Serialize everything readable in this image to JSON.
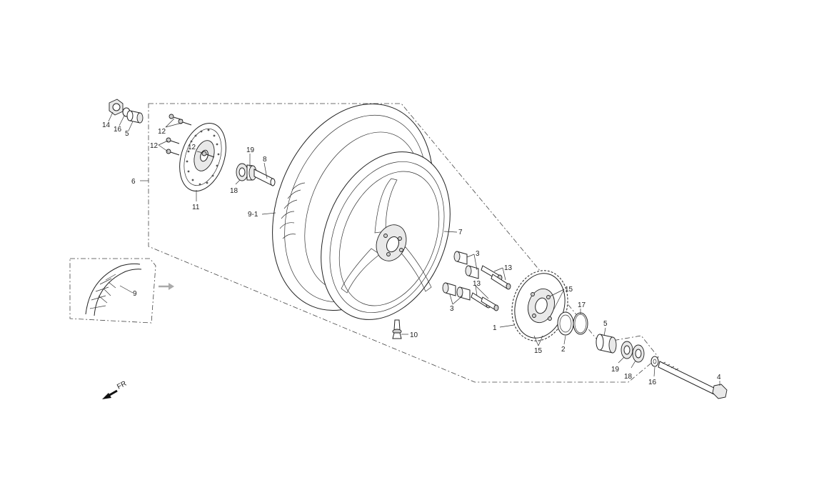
{
  "callouts": [
    {
      "id": "c14a",
      "label": "14"
    },
    {
      "id": "c16a",
      "label": "16"
    },
    {
      "id": "c5a",
      "label": "5"
    },
    {
      "id": "c12a",
      "label": "12"
    },
    {
      "id": "c12b",
      "label": "12"
    },
    {
      "id": "c12c",
      "label": "12"
    },
    {
      "id": "c6",
      "label": "6"
    },
    {
      "id": "c11",
      "label": "11"
    },
    {
      "id": "c19a",
      "label": "19"
    },
    {
      "id": "c8",
      "label": "8"
    },
    {
      "id": "c18a",
      "label": "18"
    },
    {
      "id": "c9-1",
      "label": "9-1"
    },
    {
      "id": "c7",
      "label": "7"
    },
    {
      "id": "c9",
      "label": "9"
    },
    {
      "id": "c3a",
      "label": "3"
    },
    {
      "id": "c13a",
      "label": "13"
    },
    {
      "id": "c13b",
      "label": "13"
    },
    {
      "id": "c3b",
      "label": "3"
    },
    {
      "id": "c15a",
      "label": "15"
    },
    {
      "id": "c17",
      "label": "17"
    },
    {
      "id": "c1",
      "label": "1"
    },
    {
      "id": "c15b",
      "label": "15"
    },
    {
      "id": "c2",
      "label": "2"
    },
    {
      "id": "c5b",
      "label": "5"
    },
    {
      "id": "c10",
      "label": "10"
    },
    {
      "id": "c19b",
      "label": "19"
    },
    {
      "id": "c18b",
      "label": "18"
    },
    {
      "id": "c16b",
      "label": "16"
    },
    {
      "id": "c4",
      "label": "4"
    }
  ],
  "direction_label": "FR",
  "icons": [
    "front-direction-arrow-icon",
    "detail-arrow-icon"
  ]
}
